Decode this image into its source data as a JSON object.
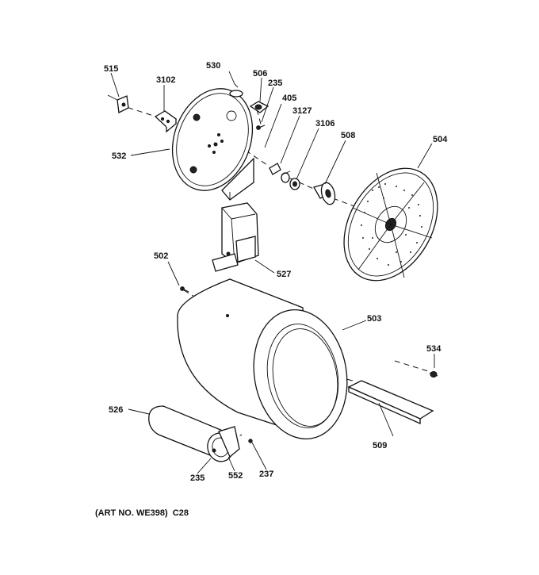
{
  "labels": {
    "l515": "515",
    "l3102": "3102",
    "l530": "530",
    "l506": "506",
    "l235a": "235",
    "l405": "405",
    "l3127": "3127",
    "l3106": "3106",
    "l508": "508",
    "l504": "504",
    "l532": "532",
    "l502": "502",
    "l527": "527",
    "l503": "503",
    "l534": "534",
    "l526": "526",
    "l509": "509",
    "l235b": "235",
    "l552": "552",
    "l237": "237"
  },
  "caption": "(ART NO. WE398)  C28"
}
